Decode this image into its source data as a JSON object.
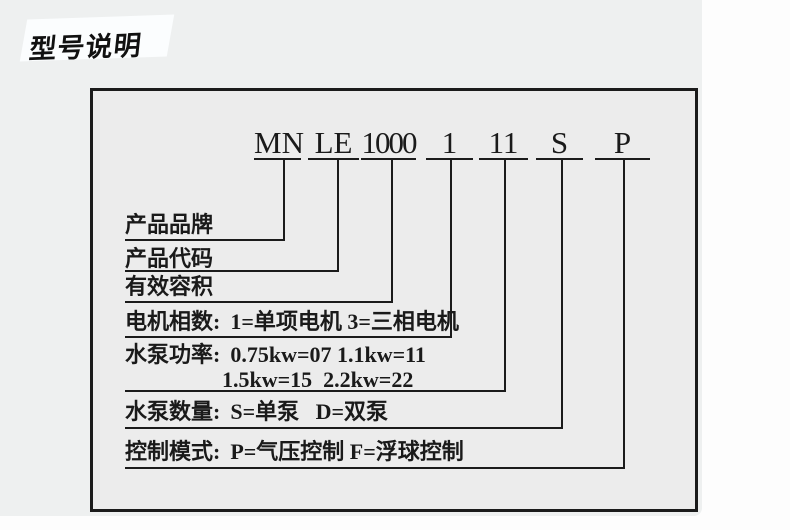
{
  "page": {
    "title": "型号说明"
  },
  "diagram": {
    "model_code": "MN LE 1000 1 11 S P",
    "segments": [
      {
        "code": "MN"
      },
      {
        "code": "LE"
      },
      {
        "code": "1000"
      },
      {
        "code": "1"
      },
      {
        "code": "11"
      },
      {
        "code": "S"
      },
      {
        "code": "P"
      }
    ],
    "rows": [
      {
        "label": "产品品牌",
        "value": ""
      },
      {
        "label": "产品代码",
        "value": ""
      },
      {
        "label": "有效容积",
        "value": ""
      },
      {
        "label": "电机相数:",
        "value": "1=单项电机 3=三相电机"
      },
      {
        "label": "水泵功率:",
        "value": "0.75kw=07 1.1kw=11",
        "value_line2": "1.5kw=15  2.2kw=22"
      },
      {
        "label": "水泵数量:",
        "value": "S=单泵   D=双泵"
      },
      {
        "label": "控制模式:",
        "value": "P=气压控制 F=浮球控制"
      }
    ]
  }
}
